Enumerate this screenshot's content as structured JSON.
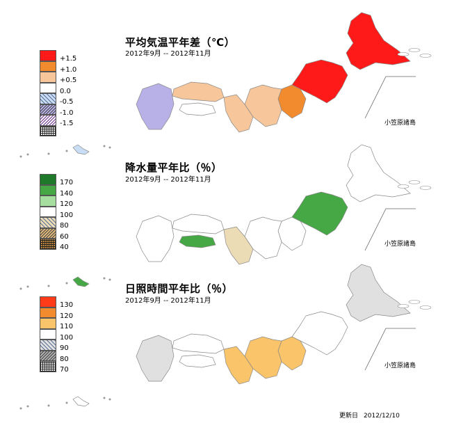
{
  "panels": [
    {
      "title": "平均気温平年差（℃）",
      "period": "2012年9月 -- 2012年11月",
      "island_label": "小笠原諸島",
      "legend": [
        {
          "label": "+1.5",
          "color": "#ff1a1a",
          "pattern": "solid"
        },
        {
          "label": "+1.0",
          "color": "#f28a2e",
          "pattern": "solid"
        },
        {
          "label": "+0.5",
          "color": "#f7c79b",
          "pattern": "solid"
        },
        {
          "label": "0.0",
          "color": "#ffffff",
          "pattern": "solid"
        },
        {
          "label": "-0.5",
          "color": "#c9def5",
          "pattern": "hatch-light"
        },
        {
          "label": "-1.0",
          "color": "#b7b1e8",
          "pattern": "hatch-mid"
        },
        {
          "label": "-1.5",
          "color": "#c07fd6",
          "pattern": "hatch-purple"
        },
        {
          "label": "",
          "color": "#444444",
          "pattern": "grid"
        }
      ],
      "regions": {
        "hokkaido": "#ff1a1a",
        "tohoku": "#ff1a1a",
        "kanto": "#f28a2e",
        "chubu": "#f7c79b",
        "kinki": "#f7c79b",
        "chugoku": "#f7c79b",
        "shikoku": "#ffffff",
        "kyushu": "#b7b1e8",
        "okinawa": "#c9def5"
      }
    },
    {
      "title": "降水量平年比（％）",
      "period": "2012年9月 -- 2012年11月",
      "island_label": "小笠原諸島",
      "legend": [
        {
          "label": "170",
          "color": "#1e7a2a",
          "pattern": "solid"
        },
        {
          "label": "140",
          "color": "#45a845",
          "pattern": "solid"
        },
        {
          "label": "120",
          "color": "#a6dea0",
          "pattern": "solid"
        },
        {
          "label": "100",
          "color": "#ffffff",
          "pattern": "solid"
        },
        {
          "label": "80",
          "color": "#ecdcb5",
          "pattern": "hatch-light"
        },
        {
          "label": "60",
          "color": "#e0b87a",
          "pattern": "hatch-mid"
        },
        {
          "label": "40",
          "color": "#c68a3c",
          "pattern": "grid"
        }
      ],
      "regions": {
        "hokkaido": "#ffffff",
        "tohoku": "#45a845",
        "kanto": "#ffffff",
        "chubu": "#ffffff",
        "kinki": "#ecdcb5",
        "chugoku": "#ffffff",
        "shikoku": "#45a845",
        "kyushu": "#ffffff",
        "okinawa": "#45a845"
      }
    },
    {
      "title": "日照時間平年比（％）",
      "period": "2012年9月 -- 2012年11月",
      "island_label": "小笠原諸島",
      "legend": [
        {
          "label": "130",
          "color": "#ff3b1a",
          "pattern": "solid"
        },
        {
          "label": "120",
          "color": "#f28a2e",
          "pattern": "solid"
        },
        {
          "label": "110",
          "color": "#f9c46a",
          "pattern": "solid"
        },
        {
          "label": "100",
          "color": "#ffffff",
          "pattern": "solid"
        },
        {
          "label": "90",
          "color": "#e0e0e0",
          "pattern": "hatch-light"
        },
        {
          "label": "80",
          "color": "#b0b0b0",
          "pattern": "hatch-mid"
        },
        {
          "label": "70",
          "color": "#444444",
          "pattern": "grid"
        }
      ],
      "regions": {
        "hokkaido": "#e0e0e0",
        "tohoku": "#ffffff",
        "kanto": "#f9c46a",
        "chubu": "#f9c46a",
        "kinki": "#f9c46a",
        "chugoku": "#ffffff",
        "shikoku": "#ffffff",
        "kyushu": "#e0e0e0",
        "okinawa": "#ffffff"
      }
    }
  ],
  "footer": {
    "updated_label": "更新日",
    "updated_date": "2012/12/10"
  }
}
